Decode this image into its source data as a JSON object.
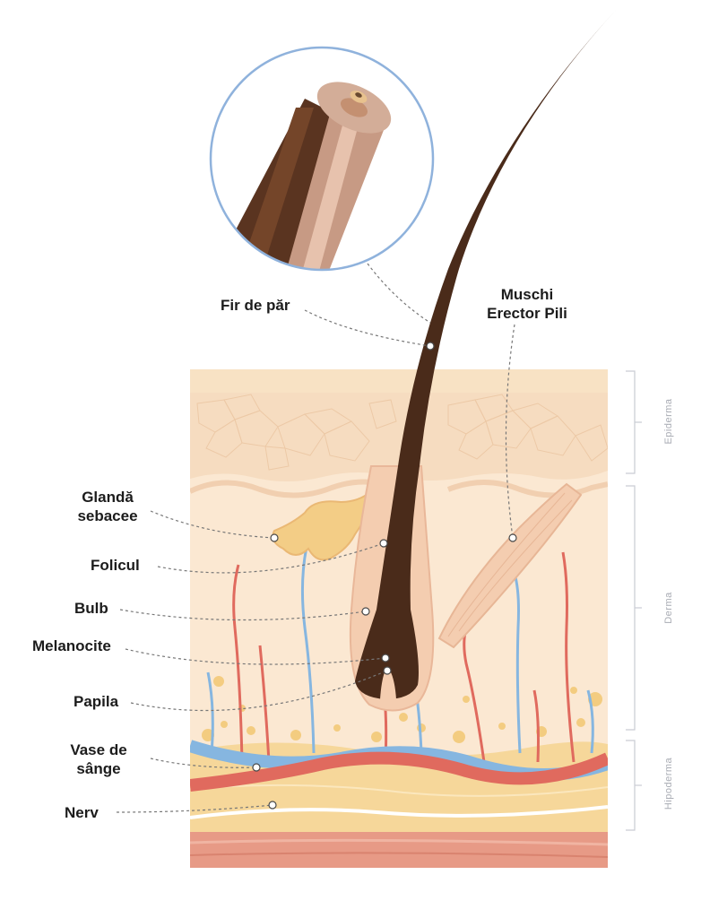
{
  "labels": {
    "fir_de_par": "Fir de păr",
    "muschi_line1": "Muschi",
    "muschi_line2": "Erector Pili",
    "glanda_line1": "Glandă",
    "glanda_line2": "sebacee",
    "folicul": "Folicul",
    "bulb": "Bulb",
    "melanocite": "Melanocite",
    "papila": "Papila",
    "vase_line1": "Vase de",
    "vase_line2": "sânge",
    "nerv": "Nerv"
  },
  "layers": {
    "epiderma": "Epiderma",
    "derma": "Derma",
    "hipoderma": "Hipoderma"
  },
  "colors": {
    "hair": "#4a2b1a",
    "epidermis": "#f6dcc0",
    "dermis": "#fbe8d2",
    "hypodermis": "#f6d79a",
    "muscle_layer": "#e79a86",
    "artery": "#e06a5e",
    "vein": "#86b6e0",
    "magnifier_ring": "#8fb2dc",
    "gland": "#f3cd86",
    "leader_line": "#777777"
  }
}
